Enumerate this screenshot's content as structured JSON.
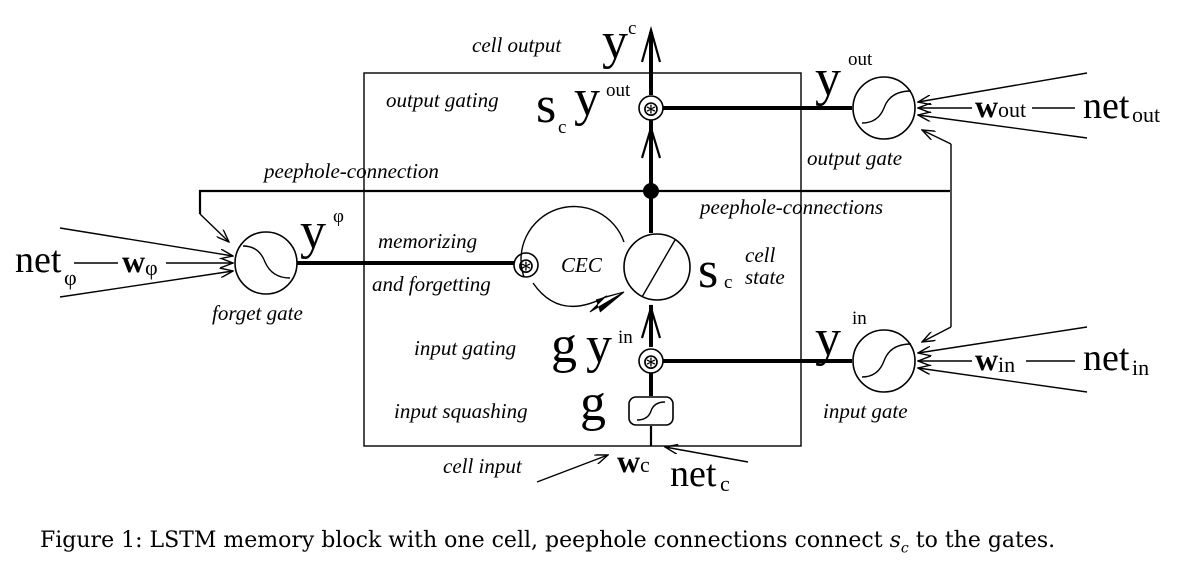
{
  "diagram": {
    "title": "LSTM memory block with one cell",
    "labels": {
      "cell_output": "cell output",
      "output_gating": "output gating",
      "peephole_connection": "peephole-connection",
      "peephole_connections": "peephole-connections",
      "memorizing": "memorizing",
      "and_forgetting": "and forgetting",
      "cec": "CEC",
      "cell": "cell",
      "state": "state",
      "input_gating": "input gating",
      "input_squashing": "input squashing",
      "cell_input": "cell input",
      "forget_gate": "forget gate",
      "output_gate": "output gate",
      "input_gate": "input gate"
    },
    "symbols": {
      "y": "y",
      "s": "s",
      "g": "g",
      "c": "c",
      "out": "out",
      "in": "in",
      "phi": "φ",
      "w": "w",
      "net": "net",
      "multiply": "⊛"
    }
  },
  "caption": {
    "prefix": "Figure 1:",
    "text_before": "LSTM memory block with one cell, peephole connections connect",
    "math_var": "s",
    "math_sub": "c",
    "text_after": "to the gates."
  }
}
